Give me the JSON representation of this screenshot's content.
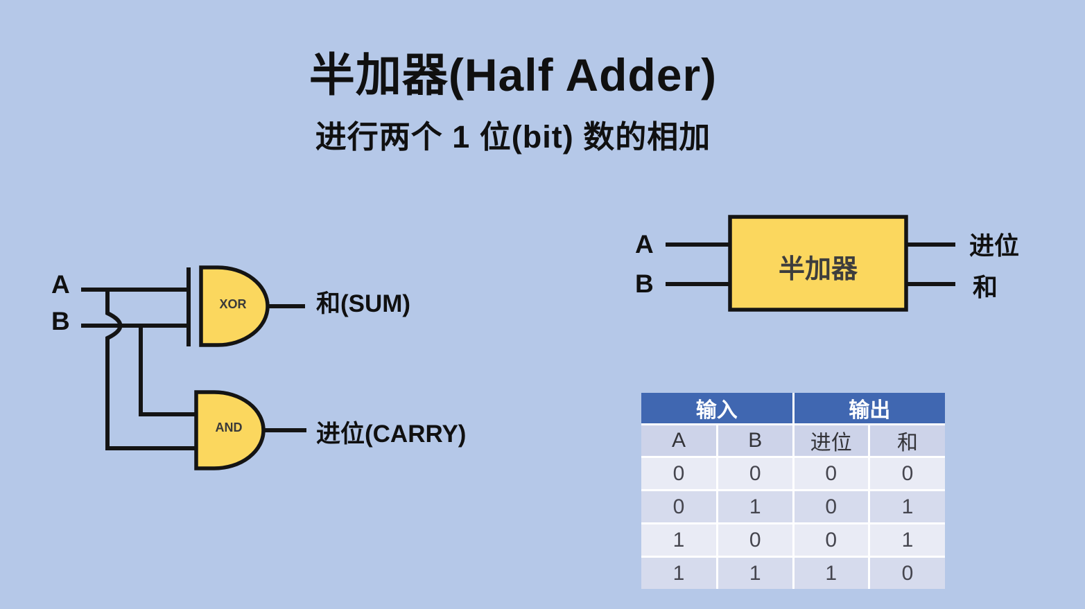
{
  "page": {
    "title": "半加器(Half Adder)",
    "subtitle": "进行两个 1 位(bit) 数的相加"
  },
  "colors": {
    "background": "#B5C8E8",
    "gate_fill": "#FBD75E",
    "line": "#141414",
    "table_header_blue": "#4067B1",
    "table_subheader": "#CDD3E9",
    "table_row_light": "#E9EBF5",
    "table_row_dark": "#D6DBED"
  },
  "gate_circuit": {
    "input_a": "A",
    "input_b": "B",
    "xor_label": "XOR",
    "and_label": "AND",
    "sum_label": "和(SUM)",
    "carry_label": "进位(CARRY)"
  },
  "block_diagram": {
    "input_a": "A",
    "input_b": "B",
    "box_label": "半加器",
    "carry_out_label": "进位",
    "sum_out_label": "和"
  },
  "truth_table": {
    "group_headers": [
      {
        "label": "输入",
        "colspan": 2
      },
      {
        "label": "输出",
        "colspan": 2
      }
    ],
    "column_headers": [
      "A",
      "B",
      "进位",
      "和"
    ],
    "rows": [
      [
        "0",
        "0",
        "0",
        "0"
      ],
      [
        "0",
        "1",
        "0",
        "1"
      ],
      [
        "1",
        "0",
        "0",
        "1"
      ],
      [
        "1",
        "1",
        "1",
        "0"
      ]
    ]
  }
}
